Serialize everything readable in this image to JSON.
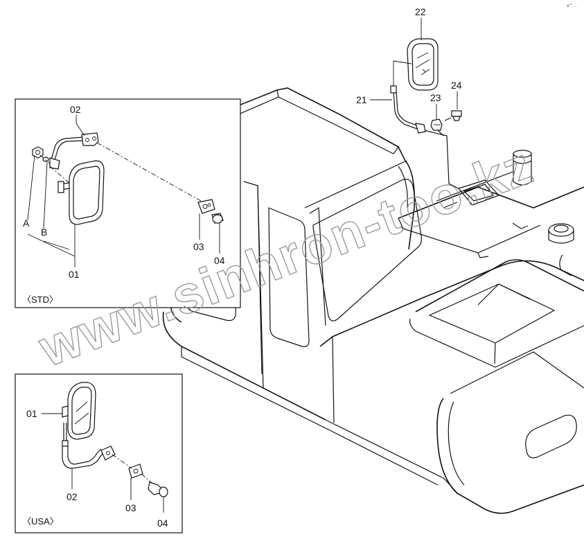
{
  "corner_mark": "a°° ...",
  "watermark": "www.sinhron-too.kz",
  "callouts": {
    "main": [
      "22",
      "21",
      "23",
      "24"
    ],
    "std": [
      "02",
      "03",
      "04",
      "01",
      "A",
      "B"
    ],
    "usa": [
      "01",
      "02",
      "03",
      "04"
    ]
  },
  "variants": {
    "std": "〈STD〉",
    "usa": "〈USA〉"
  }
}
